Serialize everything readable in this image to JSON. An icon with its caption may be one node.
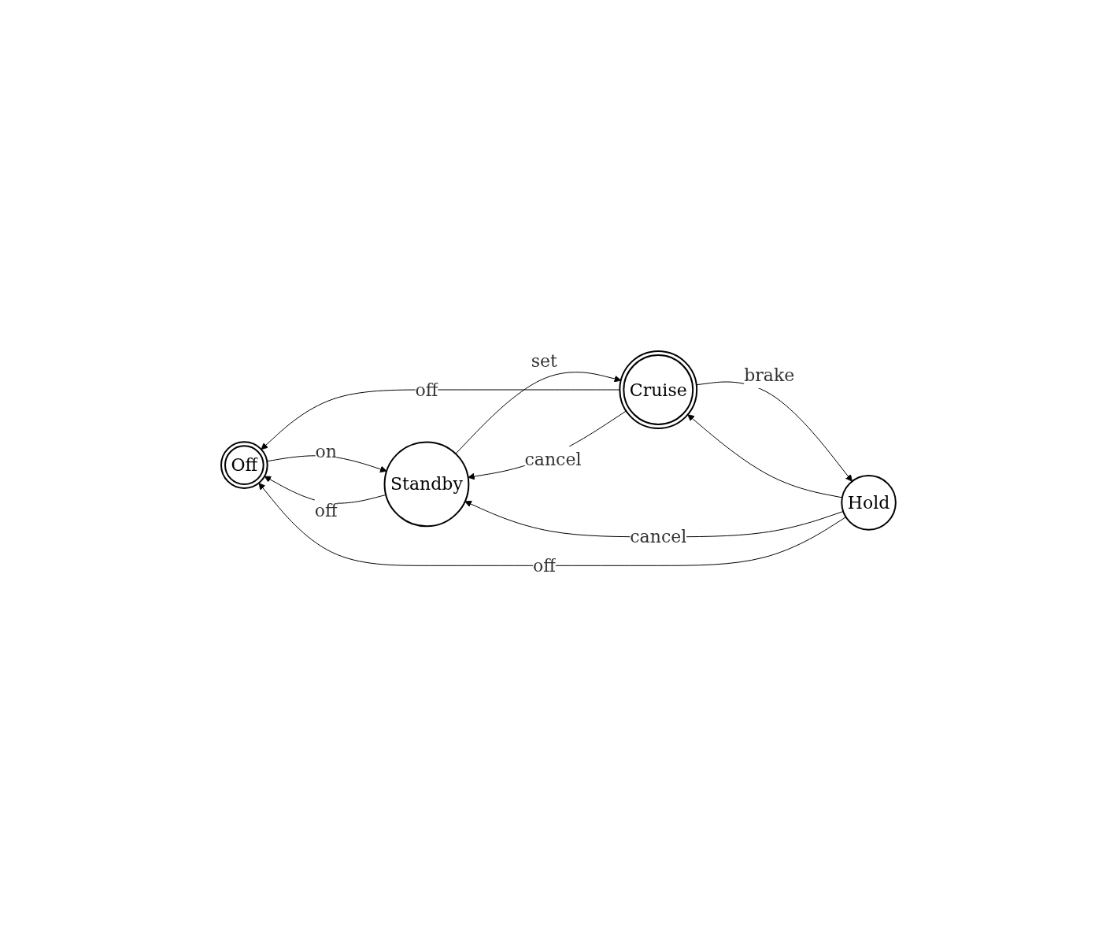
{
  "diagram": {
    "nodes": [
      {
        "text": [
          "Off"
        ]
      },
      {
        "text": [
          "Standby"
        ]
      },
      {
        "text": [
          "Cruise"
        ]
      },
      {
        "text": [
          "Hold"
        ]
      }
    ],
    "edges": [
      {
        "from": 2,
        "to": 0,
        "arrow": "to",
        "label": "off"
      },
      {
        "from": 0,
        "to": 1,
        "arrow": "to",
        "label": "on"
      },
      {
        "from": 1,
        "to": 0,
        "arrow": "to",
        "label": "off"
      },
      {
        "from": 1,
        "to": 2,
        "arrow": "to",
        "label": "set"
      },
      {
        "from": 2,
        "to": 1,
        "arrow": "to",
        "label": "cancel"
      },
      {
        "from": 2,
        "to": 3,
        "arrow": "to",
        "label": "brake"
      },
      {
        "from": 3,
        "to": 2,
        "arrow": "to"
      },
      {
        "from": 3,
        "to": 1,
        "arrow": "to",
        "label": "cancel"
      },
      {
        "from": 3,
        "to": 0,
        "arrow": "to",
        "label": "off"
      }
    ]
  }
}
